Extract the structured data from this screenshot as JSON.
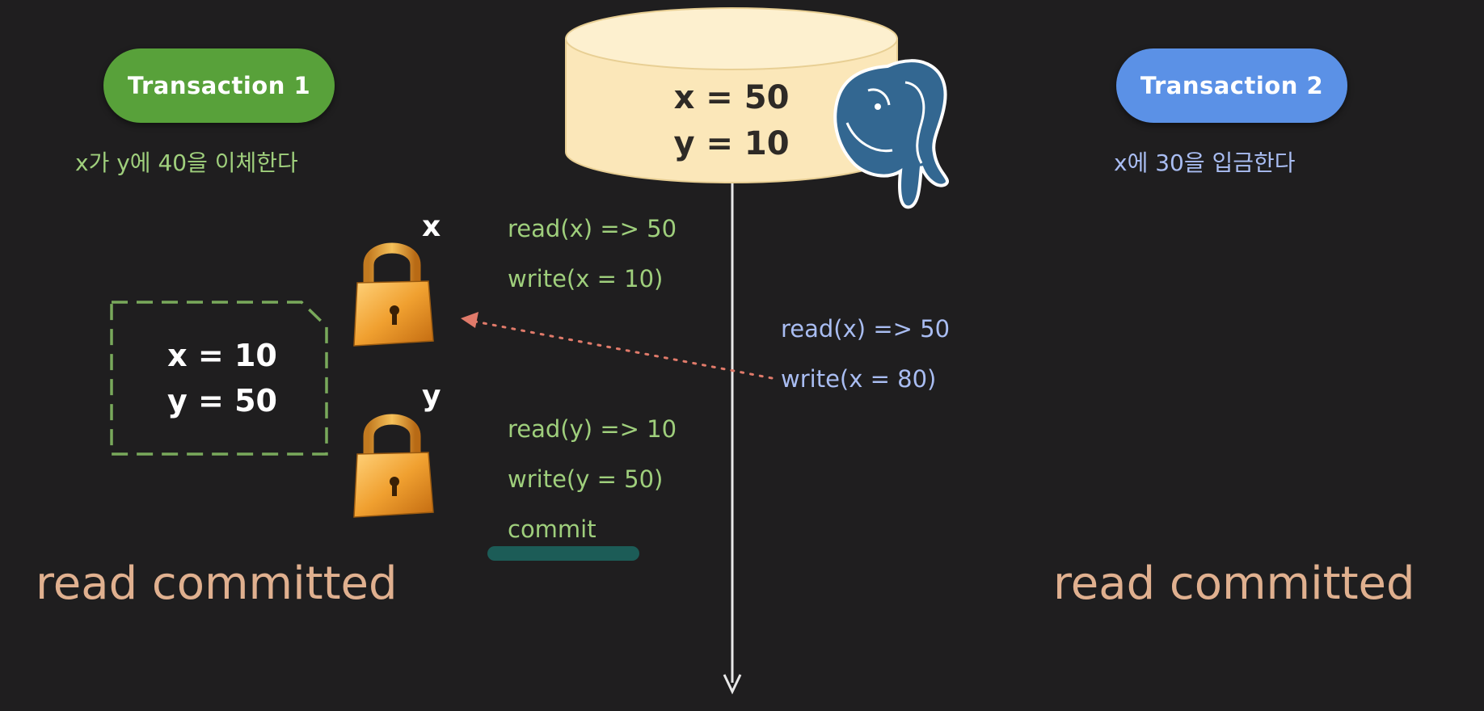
{
  "transaction1": {
    "label": "Transaction 1",
    "description": "x가 y에 40을 이체한다",
    "isolation": "read committed",
    "operations": [
      "read(x) => 50",
      "write(x = 10)",
      "read(y) => 10",
      "write(y = 50)",
      "commit"
    ],
    "snapshot": {
      "x": "x = 10",
      "y": "y = 50"
    },
    "color": "#58a13a"
  },
  "transaction2": {
    "label": "Transaction 2",
    "description": "x에 30을 입금한다",
    "isolation": "read committed",
    "operations": [
      "read(x) => 50",
      "write(x = 80)"
    ],
    "color": "#5b91e6"
  },
  "database": {
    "x": "x = 50",
    "y": "y = 10",
    "icon": "postgresql-elephant-icon"
  },
  "locks": {
    "x_label": "x",
    "y_label": "y"
  }
}
